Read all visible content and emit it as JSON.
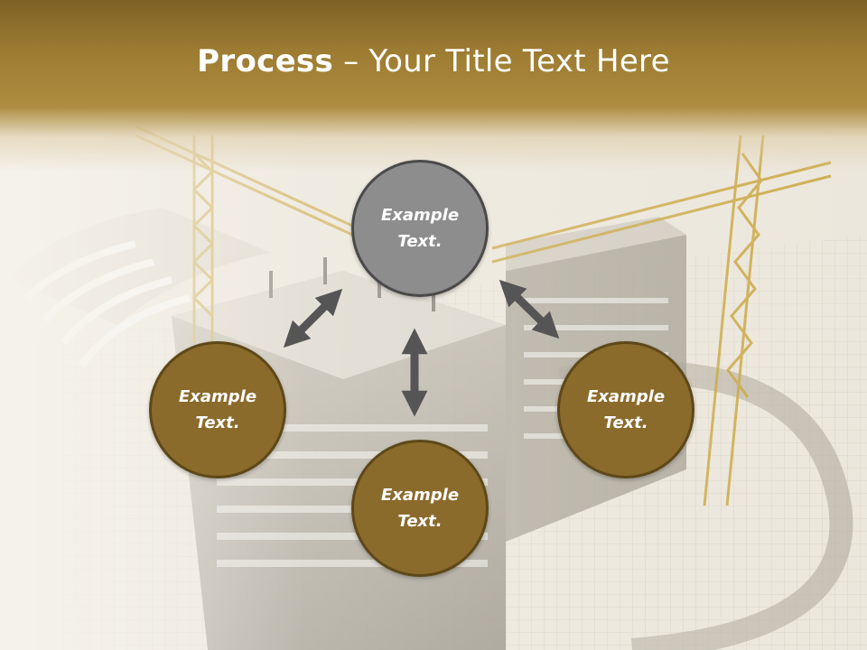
{
  "title": {
    "bold": "Process",
    "rest": " – Your Title Text Here"
  },
  "nodes": {
    "top": "Example Text.",
    "left": "Example Text.",
    "bottom": "Example Text.",
    "right": "Example Text."
  },
  "colors": {
    "title_band": "#9d7c32",
    "node_gold": "#8b6b2c",
    "node_gold_border": "#5e4818",
    "node_gray": "#8d8d8d",
    "node_gray_border": "#4a4a4a",
    "arrow": "#555555"
  },
  "icons": {
    "arrow_style": "double-headed-arrow-icon"
  }
}
